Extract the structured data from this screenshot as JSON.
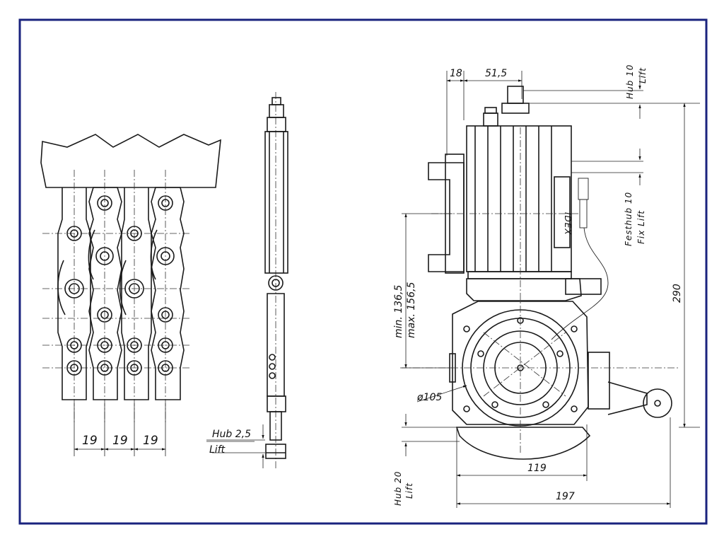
{
  "frame_color": "#1a237e",
  "labels": {
    "pitch_1": "19",
    "pitch_2": "19",
    "pitch_3": "19",
    "hub_side_top": "Hub 2,5",
    "hub_side_bottom": "Lift",
    "dim_18": "18",
    "dim_51_5": "51,5",
    "hub10_top": "Hub 10",
    "hub10_bottom": "Lift",
    "festhub_top": "Festhub 10",
    "festhub_bottom": "Fix Lift",
    "min_height": "min. 136,5",
    "max_height": "max. 156,5",
    "height_290": "290",
    "diameter": "ø105",
    "width_119": "119",
    "width_197": "197",
    "hub20_top": "Hub 20",
    "hub20_bottom": "Lift",
    "nameplate": "IDEX"
  }
}
